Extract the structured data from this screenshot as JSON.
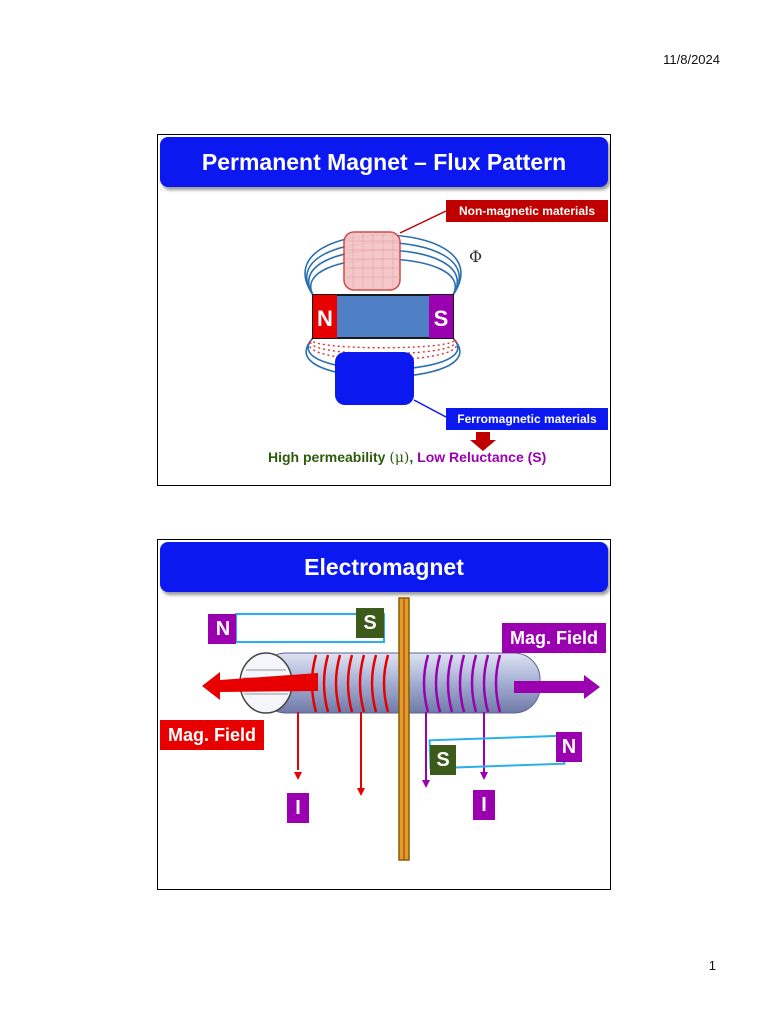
{
  "page": {
    "date": "11/8/2024",
    "number": "1"
  },
  "slide1": {
    "title": "Permanent Magnet – Flux Pattern",
    "nonmagnetic_label": "Non-magnetic materials",
    "ferromagnetic_label": "Ferromagnetic materials",
    "flux_symbol": "Φ",
    "north_label": "N",
    "south_label": "S",
    "high_perm": "High permeability",
    "mu": "(μ)",
    "comma": ",",
    "low_rel": "Low Reluctance (S)",
    "colors": {
      "title_bar": "#0b18f0",
      "nonmag": "#c00000",
      "ferro": "#0b18f0",
      "north": "#e80000",
      "south": "#9b00b0"
    }
  },
  "slide2": {
    "title": "Electromagnet",
    "mag_field_right": "Mag. Field",
    "mag_field_left": "Mag. Field",
    "top_magnet": {
      "north": "N",
      "south": "S"
    },
    "bottom_magnet": {
      "south": "S",
      "north": "N"
    },
    "current_left": "I",
    "current_right": "I"
  }
}
